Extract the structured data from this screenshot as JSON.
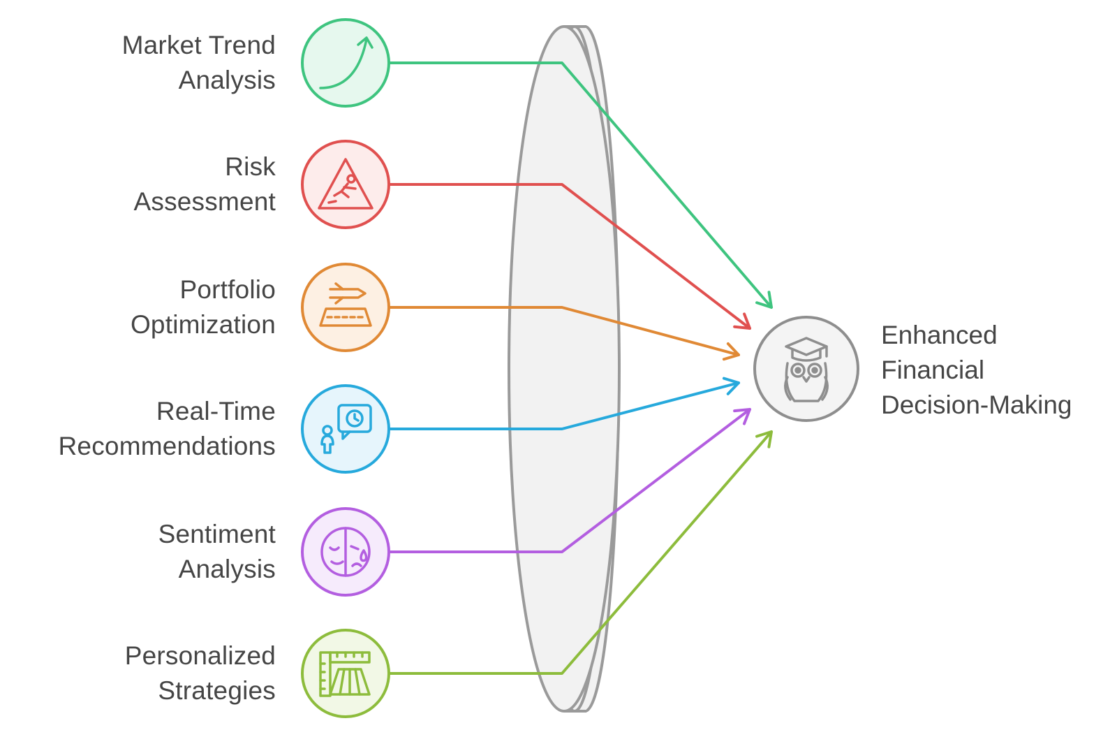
{
  "inputs": [
    {
      "line1": "Market Trend",
      "line2": "Analysis",
      "icon": "trend-arrow-icon",
      "color": "#3ec47f",
      "fill": "#e6f8ee"
    },
    {
      "line1": "Risk",
      "line2": "Assessment",
      "icon": "warning-triangle-icon",
      "color": "#e0504f",
      "fill": "#fdeceb"
    },
    {
      "line1": "Portfolio",
      "line2": "Optimization",
      "icon": "runway-airplane-icon",
      "color": "#e08935",
      "fill": "#fdf0e3"
    },
    {
      "line1": "Real-Time",
      "line2": "Recommendations",
      "icon": "person-clock-bubble-icon",
      "color": "#26a9dc",
      "fill": "#e6f5fc"
    },
    {
      "line1": "Sentiment",
      "line2": "Analysis",
      "icon": "emotion-face-icon",
      "color": "#b35ee0",
      "fill": "#f6ebfc"
    },
    {
      "line1": "Personalized",
      "line2": "Strategies",
      "icon": "tailoring-ruler-skirt-icon",
      "color": "#8dbc3c",
      "fill": "#f2f8e6"
    }
  ],
  "outcome": {
    "line1": "Enhanced",
    "line2": "Financial",
    "line3": "Decision-Making",
    "icon": "graduate-owl-icon",
    "color": "#8e8e8e",
    "fill": "#f4f4f4"
  },
  "lens": {
    "icon": "lens-disc-icon",
    "color": "#9a9a9a",
    "fill": "#f2f2f2"
  }
}
